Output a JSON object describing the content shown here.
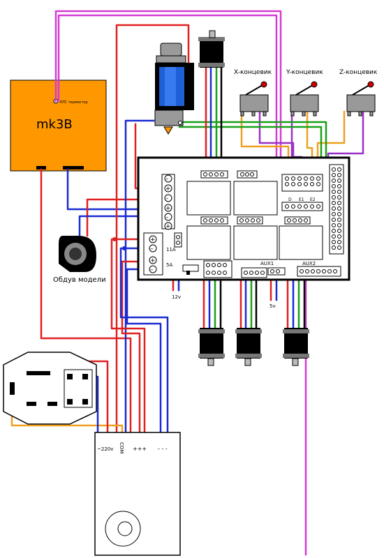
{
  "heatbed": {
    "label": "mk3B",
    "thermistor_label": "NTC термистор"
  },
  "endstops": [
    {
      "label": "X-концевик"
    },
    {
      "label": "Y-концевик"
    },
    {
      "label": "Z-концевик"
    }
  ],
  "fan": {
    "label": "Обдув модели"
  },
  "board": {
    "fuse_11a": "11A",
    "fuse_5a": "5A",
    "aux1": "AUX1",
    "aux2": "AUX2",
    "voltage_12v": "12v",
    "voltage_5v": "5v",
    "pin_labels": [
      "D",
      "E1",
      "E2"
    ]
  },
  "psu": {
    "terminals": [
      "~220v",
      "COM",
      "+++",
      "- - -"
    ]
  },
  "wire_colors": {
    "red": "#e02020",
    "blue": "#1a2ad0",
    "green": "#19a019",
    "magenta": "#d43ad4",
    "purple": "#9a30c8",
    "orange": "#f0a020"
  }
}
